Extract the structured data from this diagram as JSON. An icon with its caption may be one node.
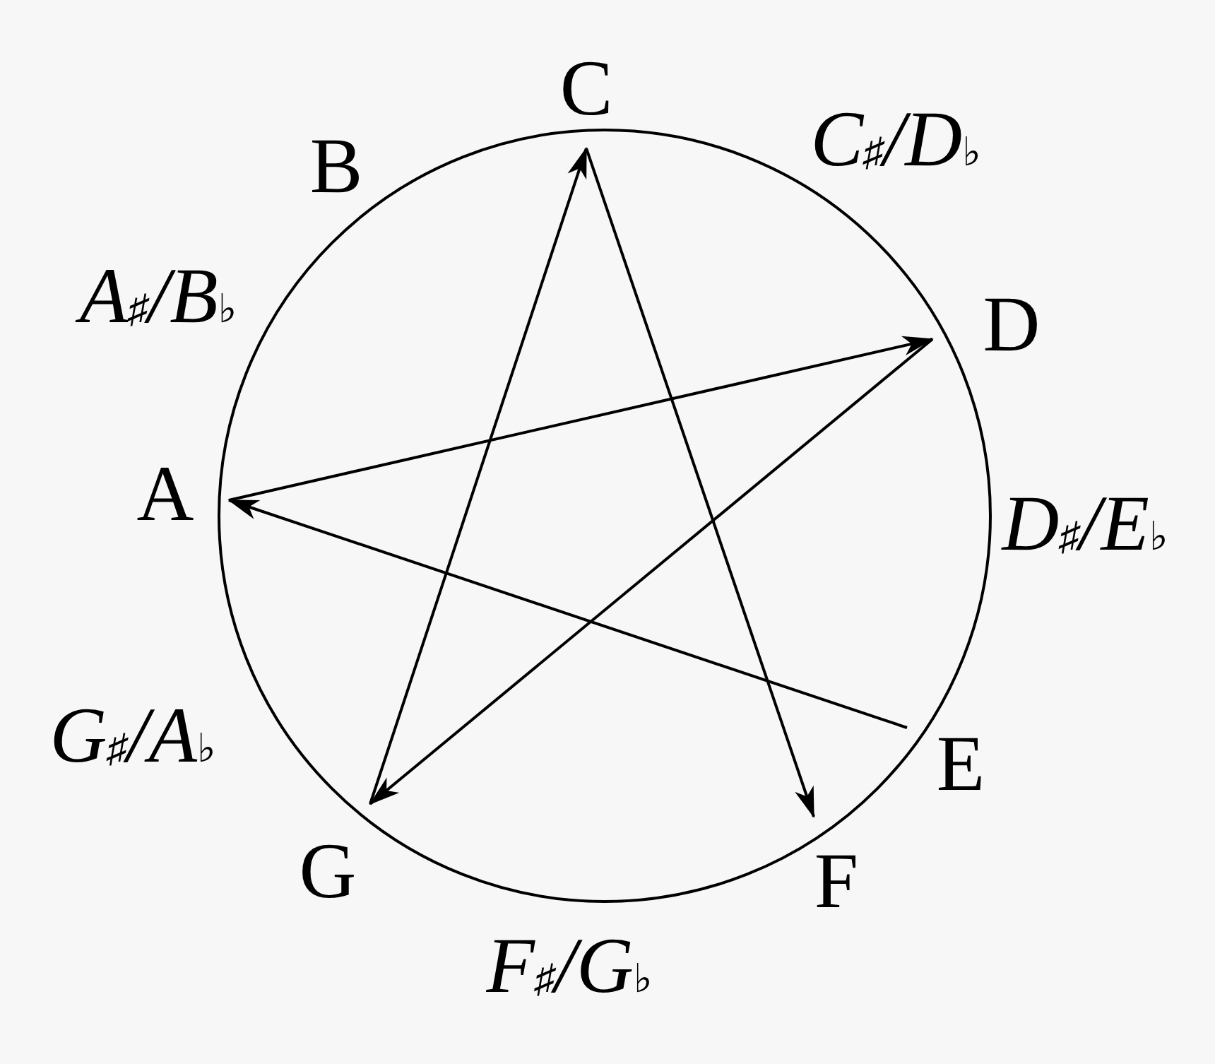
{
  "diagram": {
    "nodes": [
      {
        "text": [
          "C"
        ]
      },
      {
        "text": [
          "D"
        ]
      },
      {
        "text": [
          "E"
        ]
      },
      {
        "text": [
          "F"
        ]
      },
      {
        "text": [
          "G"
        ]
      },
      {
        "text": [
          "A"
        ]
      }
    ],
    "edges": [
      {
        "from": 2,
        "to": 5,
        "arrow": "to"
      },
      {
        "from": 5,
        "to": 1,
        "arrow": "to"
      },
      {
        "from": 1,
        "to": 4,
        "arrow": "to"
      },
      {
        "from": 4,
        "to": 0,
        "arrow": "to"
      },
      {
        "from": 0,
        "to": 3,
        "arrow": "to"
      }
    ],
    "labels": [
      "B",
      "C$_{♯}$/D$_{♭}$",
      "A$_{♯}$/B$_{♭}$",
      "D$_{♯}$/E$_{♭}$",
      "G$_{♯}$/A$_{♭}$",
      "F$_{♯}$/G$_{♭}$"
    ]
  }
}
